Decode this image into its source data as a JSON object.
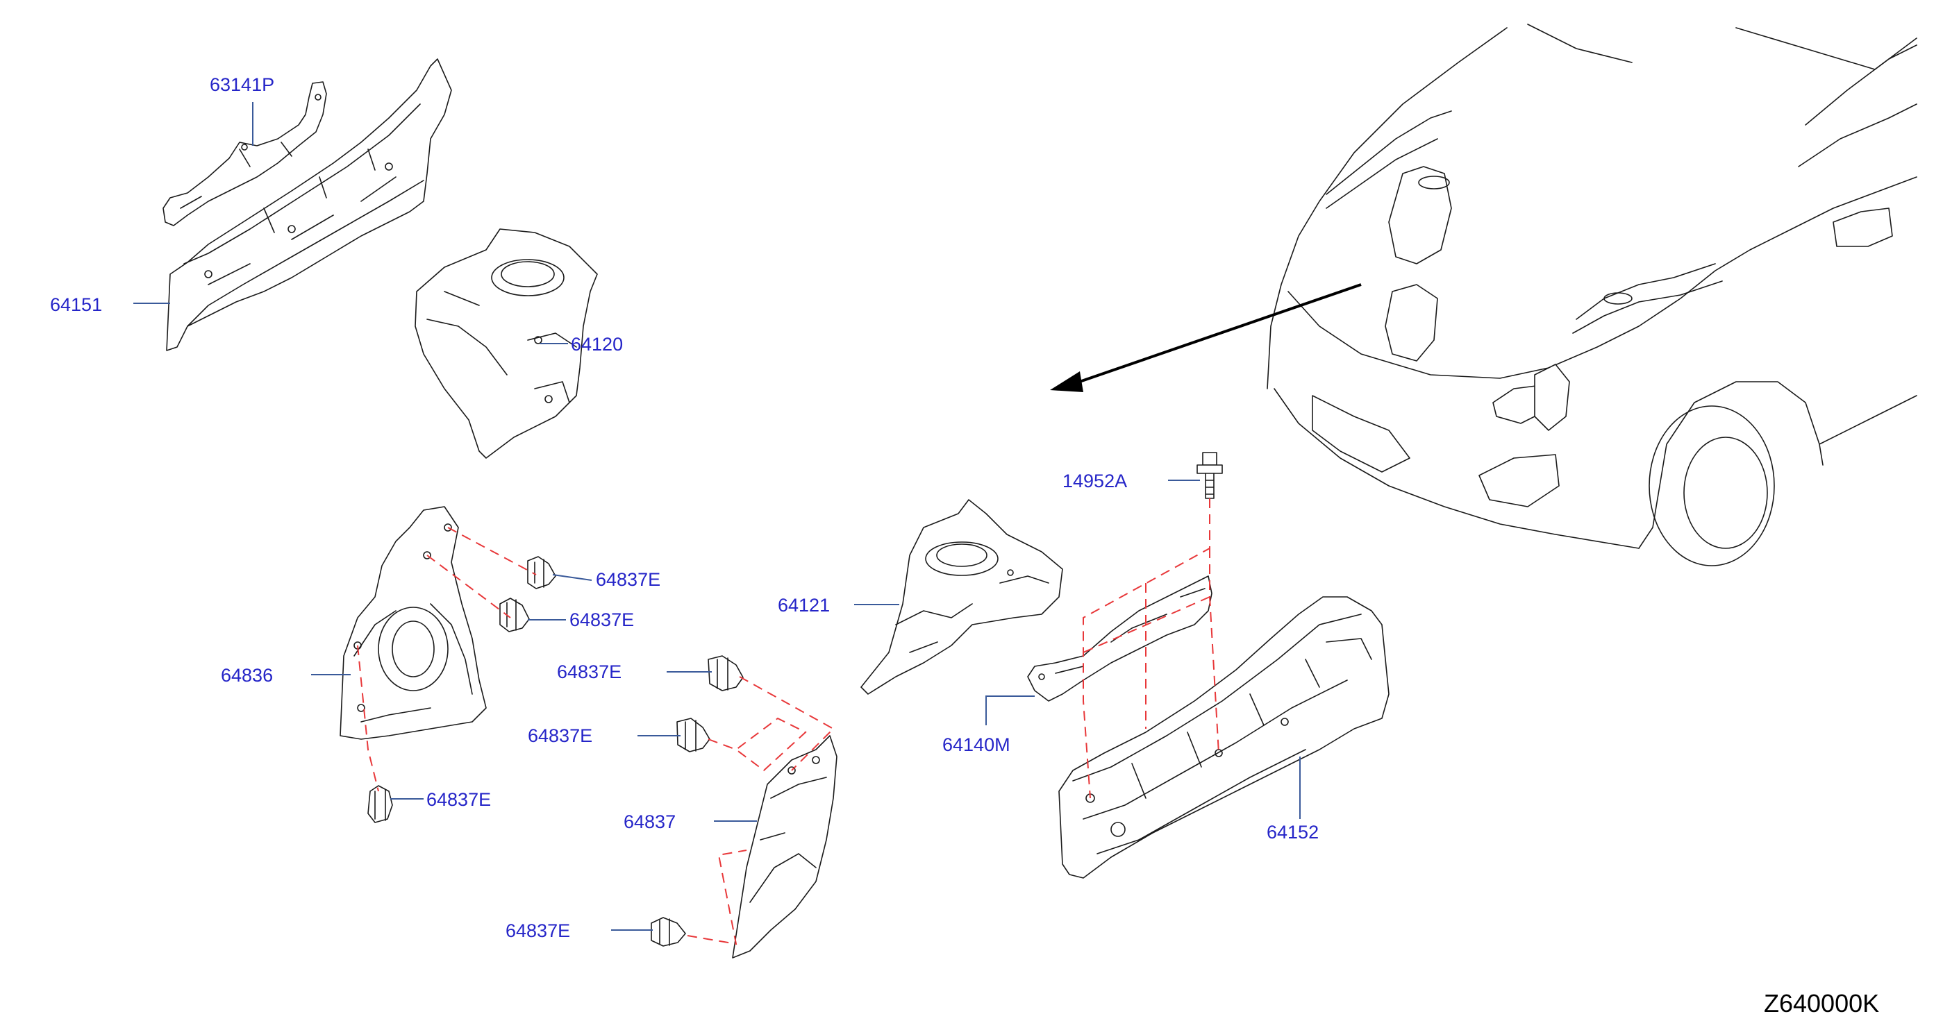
{
  "diagram": {
    "callouts": {
      "p63141P": "63141P",
      "p64151": "64151",
      "p64120": "64120",
      "p64836": "64836",
      "p64837E_1": "64837E",
      "p64837E_2": "64837E",
      "p64837E_3": "64837E",
      "p64837E_4": "64837E",
      "p64837E_5": "64837E",
      "p64837E_6": "64837E",
      "p64837": "64837",
      "p64121": "64121",
      "p64140M": "64140M",
      "p14952A": "14952A",
      "p64152": "64152"
    },
    "figure_code": "Z640000K",
    "colors": {
      "callout_text": "#2525c8",
      "leader_line": "#3a5a9a",
      "fastener_path": "#e8383a",
      "line_art": "#1a1a1a"
    }
  }
}
